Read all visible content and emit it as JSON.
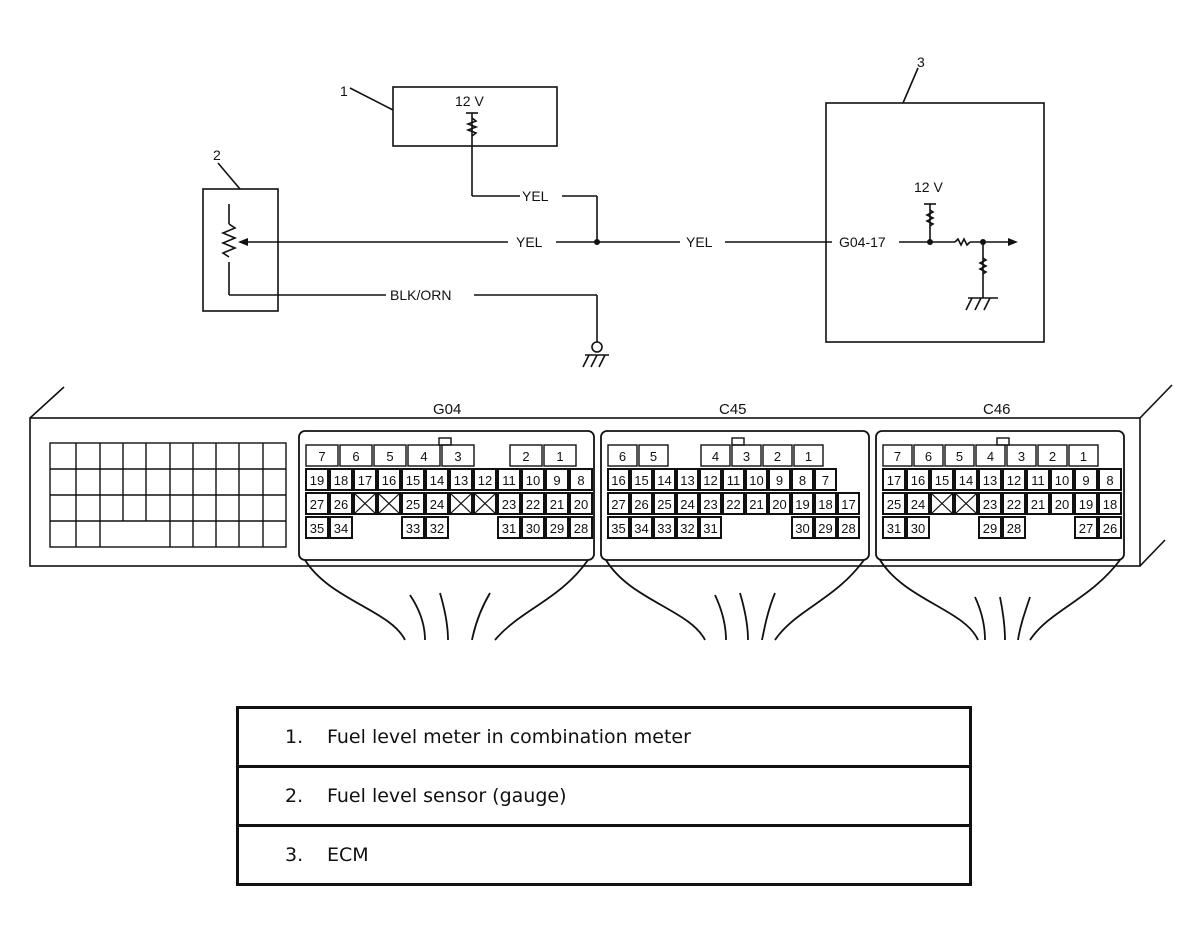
{
  "schematic": {
    "callouts": [
      "1",
      "2",
      "3"
    ],
    "meter_voltage": "12 V",
    "ecm_voltage": "12 V",
    "wire_meter_drop": "YEL",
    "wire_to_sensor": "YEL",
    "wire_to_ecm": "YEL",
    "wire_ground": "BLK/ORN",
    "ecm_terminal": "G04-17"
  },
  "connectors": [
    {
      "name": "G04",
      "rows": [
        [
          "7",
          "6",
          "5",
          "4",
          "3",
          "",
          "2",
          "1"
        ],
        [
          "19",
          "18",
          "17",
          "16",
          "15",
          "14",
          "13",
          "12",
          "11",
          "10",
          "9",
          "8"
        ],
        [
          "27",
          "26",
          "x",
          "x",
          "25",
          "24",
          "x",
          "x",
          "23",
          "22",
          "21",
          "20"
        ],
        [
          "35",
          "34",
          "",
          "",
          "33",
          "32",
          "",
          "",
          "31",
          "30",
          "29",
          "28"
        ]
      ]
    },
    {
      "name": "C45",
      "rows": [
        [
          "6",
          "5",
          "",
          "4",
          "3",
          "2",
          "1"
        ],
        [
          "16",
          "15",
          "14",
          "13",
          "12",
          "11",
          "10",
          "9",
          "8",
          "7"
        ],
        [
          "27",
          "26",
          "25",
          "24",
          "23",
          "22",
          "21",
          "20",
          "19",
          "18",
          "17"
        ],
        [
          "35",
          "34",
          "33",
          "32",
          "31",
          "",
          "",
          "",
          "30",
          "29",
          "28"
        ]
      ]
    },
    {
      "name": "C46",
      "rows": [
        [
          "7",
          "6",
          "5",
          "4",
          "3",
          "2",
          "1"
        ],
        [
          "17",
          "16",
          "15",
          "14",
          "13",
          "12",
          "11",
          "10",
          "9",
          "8"
        ],
        [
          "25",
          "24",
          "x",
          "x",
          "23",
          "22",
          "21",
          "20",
          "19",
          "18"
        ],
        [
          "31",
          "30",
          "",
          "",
          "29",
          "28",
          "",
          "",
          "27",
          "26"
        ]
      ]
    }
  ],
  "legend": [
    {
      "num": "1.",
      "text": "Fuel level meter in combination meter"
    },
    {
      "num": "2.",
      "text": "Fuel level sensor (gauge)"
    },
    {
      "num": "3.",
      "text": "ECM"
    }
  ]
}
